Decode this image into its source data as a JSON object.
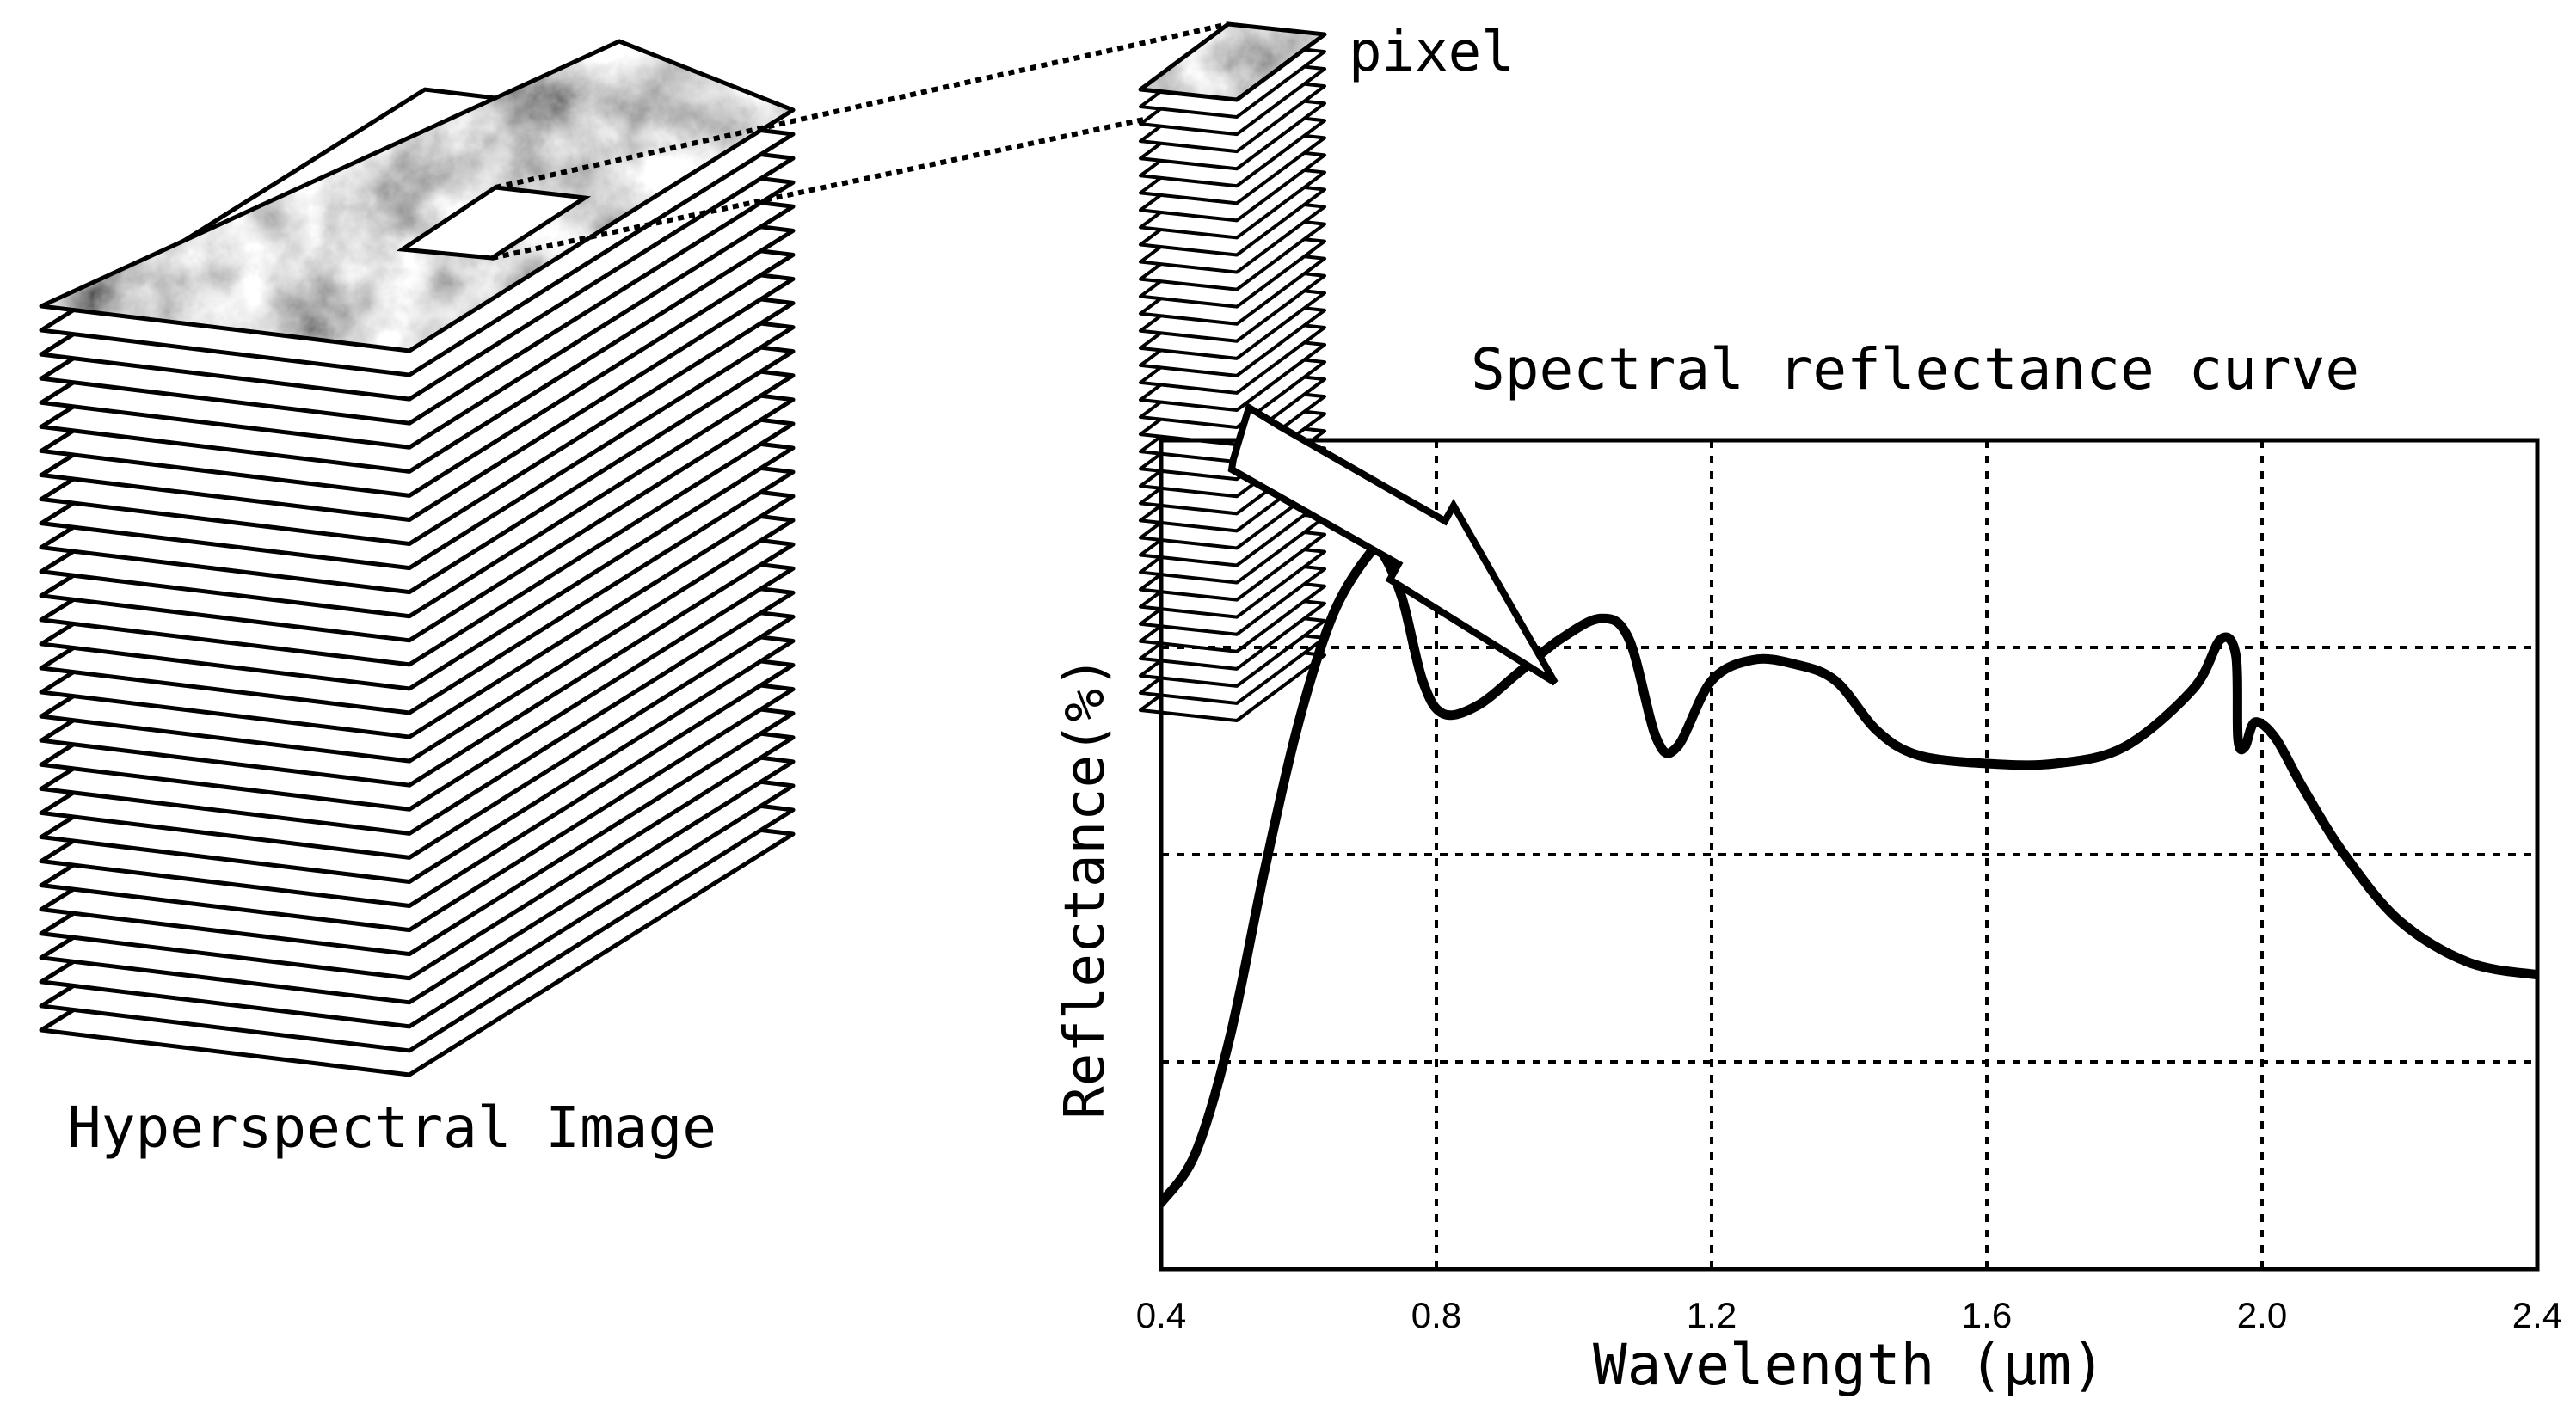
{
  "labels": {
    "hyperspectral_image": "Hyperspectral Image",
    "pixel": "pixel",
    "curve_title": "Spectral reflectance curve"
  },
  "chart_data": {
    "type": "line",
    "xlabel": "Wavelength (μm)",
    "ylabel": "Reflectance(%)",
    "xlim": [
      0.4,
      2.4
    ],
    "ylim": [
      0,
      100
    ],
    "xticks": [
      0.4,
      0.8,
      1.2,
      1.6,
      2.0,
      2.4
    ],
    "xtick_labels": [
      "0.4",
      "0.8",
      "1.2",
      "1.6",
      "2.0",
      "2.4"
    ],
    "ygrid": [
      25,
      50,
      75
    ],
    "grid": true,
    "series": [
      {
        "x": [
          0.4,
          0.45,
          0.5,
          0.55,
          0.6,
          0.65,
          0.7,
          0.72,
          0.75,
          0.78,
          0.81,
          0.86,
          0.92,
          0.98,
          1.04,
          1.08,
          1.12,
          1.15,
          1.2,
          1.26,
          1.32,
          1.38,
          1.44,
          1.5,
          1.6,
          1.7,
          1.8,
          1.9,
          1.94,
          1.962,
          1.965,
          1.975,
          1.99,
          2.02,
          2.06,
          2.12,
          2.2,
          2.3,
          2.4
        ],
        "y": [
          8,
          14,
          28,
          48,
          66,
          79,
          86,
          86.5,
          81,
          71,
          67,
          68,
          72,
          76,
          78.5,
          76,
          64,
          63,
          71,
          73.5,
          73,
          71,
          65,
          62,
          61,
          61,
          63,
          70,
          76,
          74,
          64,
          63,
          66,
          64,
          58,
          50,
          42,
          37,
          35.5
        ]
      }
    ]
  }
}
